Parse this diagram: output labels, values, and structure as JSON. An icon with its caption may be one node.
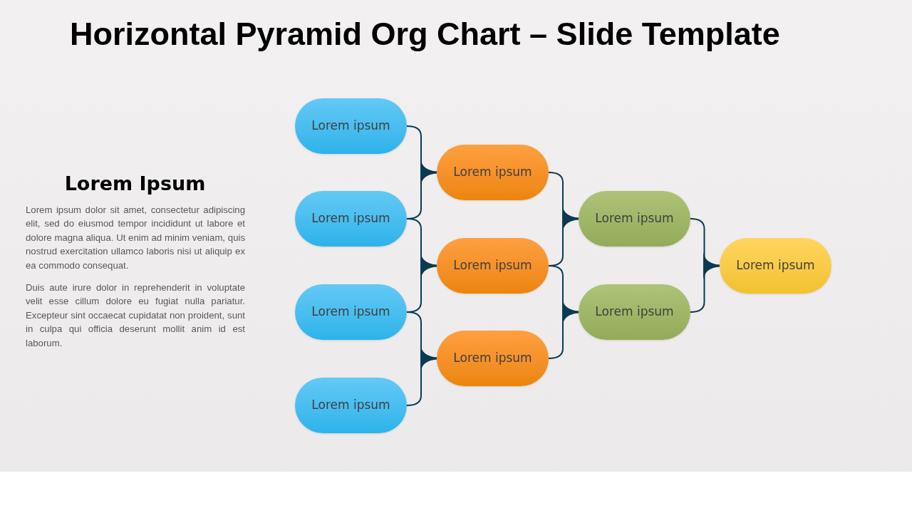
{
  "diagram": {
    "title": "Horizontal Pyramid Org Chart – Slide Template",
    "nodes": [
      {
        "text": [
          "Lorem ipsum"
        ]
      },
      {
        "text": [
          "Lorem ipsum"
        ]
      },
      {
        "text": [
          "Lorem ipsum"
        ]
      },
      {
        "text": [
          "Lorem ipsum"
        ]
      },
      {
        "text": [
          "Lorem ipsum"
        ]
      },
      {
        "text": [
          "Lorem ipsum"
        ]
      },
      {
        "text": [
          "Lorem ipsum"
        ]
      },
      {
        "text": [
          "Lorem ipsum"
        ]
      },
      {
        "text": [
          "Lorem ipsum"
        ]
      },
      {
        "text": [
          "Lorem ipsum"
        ]
      }
    ],
    "edges": [
      {
        "from": 0,
        "to": 4,
        "arrow": "none"
      },
      {
        "from": 1,
        "to": 4,
        "arrow": "none"
      },
      {
        "from": 1,
        "to": 5,
        "arrow": "none"
      },
      {
        "from": 2,
        "to": 5,
        "arrow": "none"
      },
      {
        "from": 2,
        "to": 6,
        "arrow": "none"
      },
      {
        "from": 3,
        "to": 6,
        "arrow": "none"
      },
      {
        "from": 4,
        "to": 7,
        "arrow": "none"
      },
      {
        "from": 5,
        "to": 7,
        "arrow": "none"
      },
      {
        "from": 5,
        "to": 8,
        "arrow": "none"
      },
      {
        "from": 6,
        "to": 8,
        "arrow": "none"
      },
      {
        "from": 7,
        "to": 9,
        "arrow": "none"
      },
      {
        "from": 8,
        "to": 9,
        "arrow": "none"
      }
    ],
    "labels": [
      "Lorem Ipsum",
      "Lorem ipsum dolor sit amet, consectetur adipiscing elit, sed do eiusmod tempor incididunt ut labore et dolore magna aliqua. Ut enim ad minim veniam, quis nostrud exercitation ullamco laboris nisi ut aliquip ex ea commodo consequat.",
      "Duis aute irure dolor in reprehenderit in voluptate velit esse cillum dolore eu fugiat nulla pariatur. Excepteur sint occaecat cupidatat non proident, sunt in culpa qui officia deserunt mollit anim id est laborum."
    ]
  }
}
